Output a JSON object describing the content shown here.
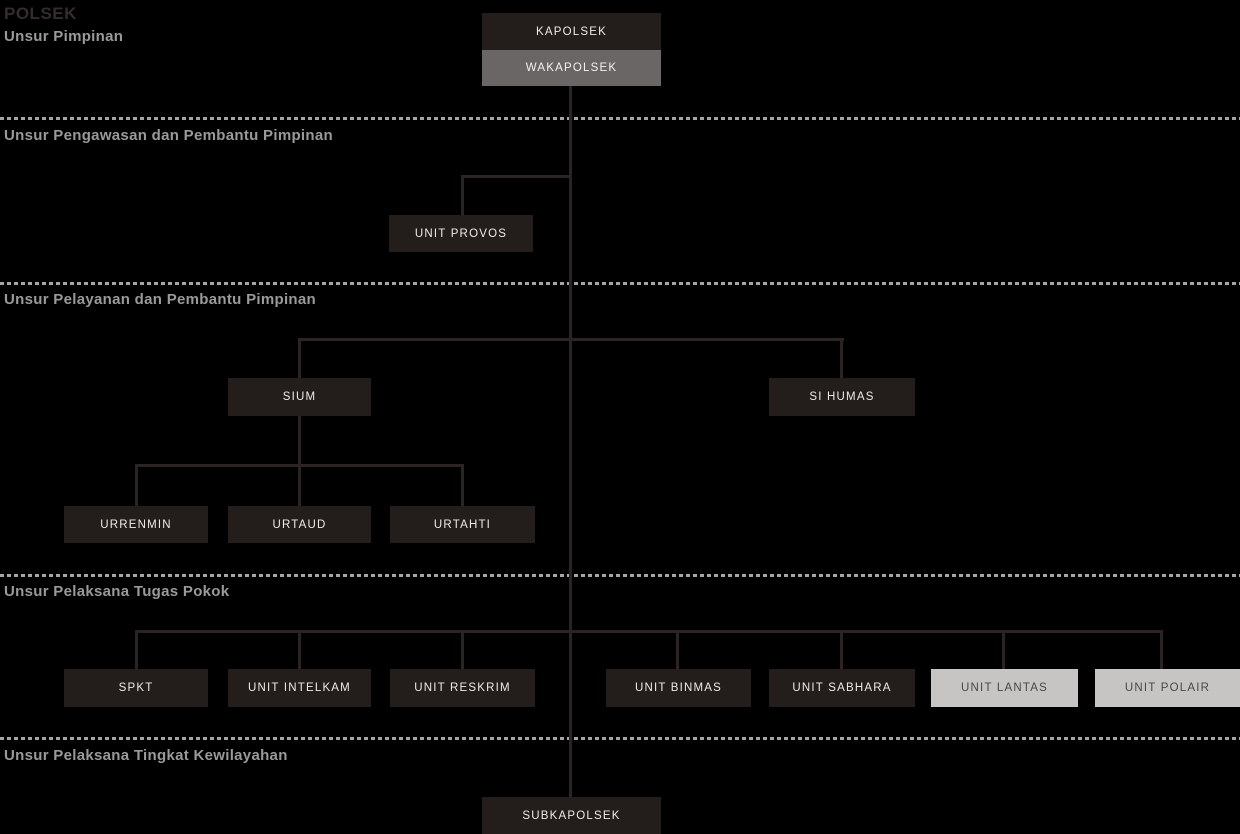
{
  "title": "POLSEK",
  "sections": [
    {
      "label": "Unsur Pimpinan"
    },
    {
      "label": "Unsur Pengawasan dan Pembantu Pimpinan"
    },
    {
      "label": "Unsur Pelayanan dan Pembantu Pimpinan"
    },
    {
      "label": "Unsur Pelaksana Tugas Pokok"
    },
    {
      "label": "Unsur Pelaksana Tingkat Kewilayahan"
    }
  ],
  "nodes": {
    "kapolsek": {
      "label": "KAPOLSEK",
      "variant": "dark"
    },
    "wakapolsek": {
      "label": "WAKAPOLSEK",
      "variant": "gray"
    },
    "unit_provos": {
      "label": "UNIT PROVOS",
      "variant": "dark"
    },
    "sium": {
      "label": "SIUM",
      "variant": "dark"
    },
    "si_humas": {
      "label": "SI HUMAS",
      "variant": "dark"
    },
    "urrenmin": {
      "label": "URRENMIN",
      "variant": "dark"
    },
    "urtaud": {
      "label": "URTAUD",
      "variant": "dark"
    },
    "urtahti": {
      "label": "URTAHTI",
      "variant": "dark"
    },
    "spkt": {
      "label": "SPKT",
      "variant": "dark"
    },
    "unit_intelkam": {
      "label": "UNIT INTELKAM",
      "variant": "dark"
    },
    "unit_reskrim": {
      "label": "UNIT RESKRIM",
      "variant": "dark"
    },
    "unit_binmas": {
      "label": "UNIT BINMAS",
      "variant": "dark"
    },
    "unit_sabhara": {
      "label": "UNIT SABHARA",
      "variant": "dark"
    },
    "unit_lantas": {
      "label": "UNIT LANTAS",
      "variant": "light"
    },
    "unit_polair": {
      "label": "UNIT POLAIR",
      "variant": "light"
    },
    "subkapolsek": {
      "label": "SUBKAPOLSEK",
      "variant": "dark"
    }
  },
  "colors": {
    "background": "#000000",
    "box_dark": "#231d1b",
    "box_gray": "#6b6666",
    "box_light": "#c6c5c4",
    "line": "#2b2422",
    "divider_dash": "#a5a5a5",
    "section_header_text": "#9a9a9a",
    "title_text": "#342d2b",
    "box_text_on_dark": "#edeae9",
    "box_text_on_light": "#4a4846"
  }
}
